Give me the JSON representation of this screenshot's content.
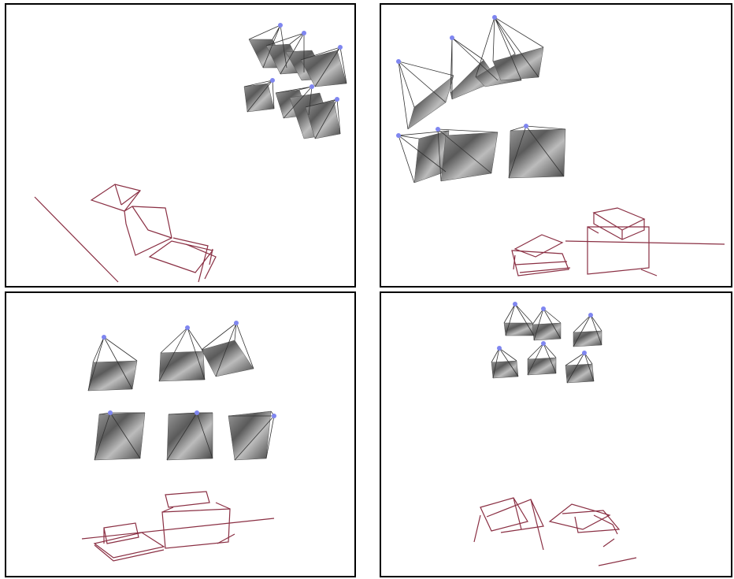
{
  "panels": [
    {
      "id": "view-1"
    },
    {
      "id": "view-2"
    },
    {
      "id": "view-3"
    },
    {
      "id": "view-4"
    }
  ],
  "colors": {
    "structure_line": "#8a2f43",
    "frustum_line": "#333333",
    "camera_center": "#7f86f0",
    "image_dark": "#4f4f4f",
    "image_light": "#a9a9a9",
    "border": "#000000"
  }
}
